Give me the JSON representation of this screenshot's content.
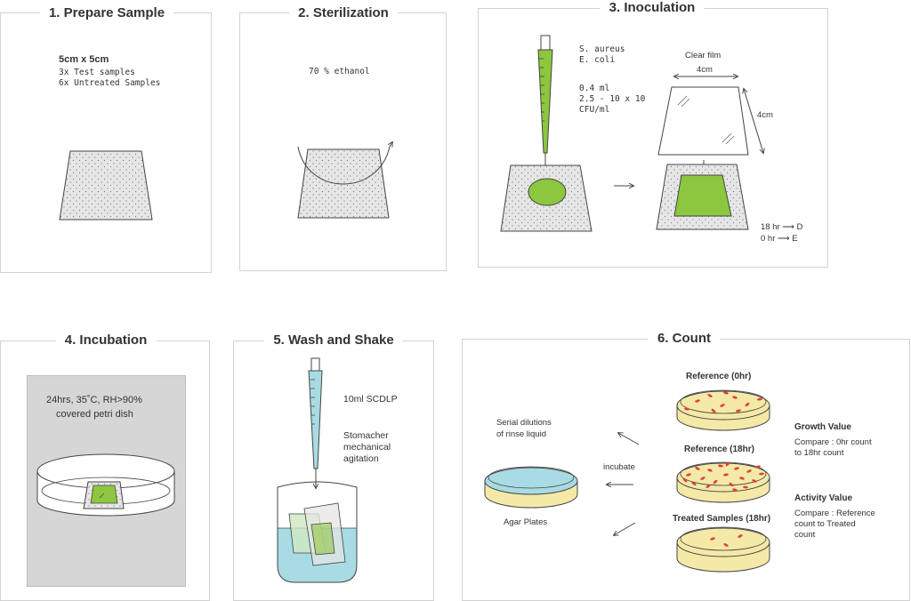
{
  "steps": {
    "prepare": {
      "title": "1. Prepare Sample",
      "size": "5cm x 5cm",
      "line1": "3x Test samples",
      "line2": "6x Untreated Samples"
    },
    "sterilization": {
      "title": "2. Sterilization",
      "agent": "70 % ethanol"
    },
    "inoculation": {
      "title": "3. Inoculation",
      "organism1": "S. aureus",
      "organism2": "E. coli",
      "volume": "0.4 ml",
      "conc1": "2.5 - 10 x 10",
      "conc2": "CFU/ml",
      "film_label": "Clear film",
      "film_width": "4cm",
      "film_height": "4cm",
      "time1": "18 hr ⟶ D",
      "time2": "0 hr ⟶ E"
    },
    "incubation": {
      "title": "4. Incubation",
      "line1": "24hrs, 35˚C, RH>90%",
      "line2": "covered petri dish"
    },
    "wash": {
      "title": "5. Wash and Shake",
      "liquid": "10ml SCDLP",
      "method1": "Stomacher",
      "method2": "mechanical",
      "method3": "agitation"
    },
    "count": {
      "title": "6. Count",
      "dilution1": "Serial dilutions",
      "dilution2": "of rinse liquid",
      "incubate": "incubate",
      "agar": "Agar Plates",
      "ref0": "Reference (0hr)",
      "ref18": "Reference (18hr)",
      "treated": "Treated Samples (18hr)",
      "growth_title": "Growth Value",
      "growth1": "Compare : 0hr count",
      "growth2": "to 18hr count",
      "activity_title": "Activity Value",
      "activity1": "Compare : Reference",
      "activity2": "count to Treated",
      "activity3": "count"
    }
  },
  "colors": {
    "green": "#8dc63f",
    "yellow": "#f5e9a8",
    "blue": "#a8dbe3",
    "red": "#e04040",
    "gray_panel": "#d6d6d6",
    "swatch": "#e6e6e6"
  }
}
